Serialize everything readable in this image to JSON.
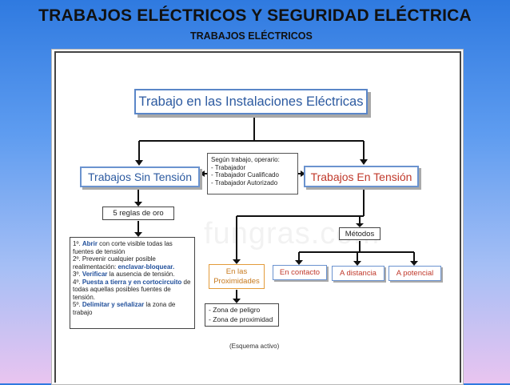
{
  "slide": {
    "title": "TRABAJOS ELÉCTRICOS Y SEGURIDAD ELÉCTRICA",
    "subtitle": "TRABAJOS ELÉCTRICOS"
  },
  "diagram": {
    "root": "Trabajo en las Instalaciones Eléctricas",
    "sin_tension": "Trabajos Sin Tensión",
    "en_tension": "Trabajos En Tensión",
    "operario": {
      "heading": "Según trabajo, operario:",
      "items": [
        "- Trabajador",
        "- Trabajador Cualificado",
        "- Trabajador Autorizado"
      ]
    },
    "reglas": "5 reglas de oro",
    "reglas_list": {
      "r1_num": "1º. ",
      "r1_key": "Abrir",
      "r1_rest": " con corte visible todas las fuentes de tensión",
      "r2_text": "2º. Prevenir cualquier posible realimentación: ",
      "r2_key": "enclavar-bloquear.",
      "r3_num": "3º. ",
      "r3_key": "Verificar",
      "r3_rest": " la ausencia de tensión.",
      "r4_num": "4º. ",
      "r4_key": "Puesta a tierra y en cortocircuito",
      "r4_rest": " de todas aquellas posibles fuentes de tensión.",
      "r5_num": "5º. ",
      "r5_key": "Delimitar y señalizar",
      "r5_rest": " la zona de trabajo"
    },
    "metodos": "Métodos",
    "proximidades_line1": "En las",
    "proximidades_line2": "Proximidades",
    "en_contacto": "En contacto",
    "a_distancia": "A distancia",
    "a_potencial": "A potencial",
    "zonas": [
      "- Zona de peligro",
      "- Zona de proximidad"
    ],
    "caption": "(Esquema activo)",
    "watermark": "fungras.com"
  },
  "colors": {
    "accent_blue": "#2c5aa0",
    "accent_red": "#c0392b",
    "accent_orange": "#c77a1e"
  }
}
